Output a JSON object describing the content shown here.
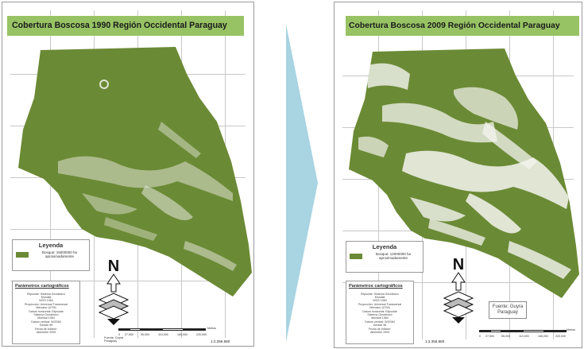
{
  "maps": [
    {
      "title": "Cobertura Boscosa 1990 Región Occidental Paraguay",
      "legend_title": "Leyenda",
      "legend_label": "Bosque: 16000000 ha aproximadamente",
      "params_title": "Parámetros cartográficos",
      "params": [
        "Elipsoide: Sistema Geodésico",
        "Mundial",
        "WGS 1984",
        "Proyección: Universal Transversal",
        "Mercator (UTM)",
        "Datum horizontal: Elipsoide",
        "Sistema Geodésico",
        "Mundial 1984",
        "Datum vertical: WGS84",
        "Geoide 96",
        "Fecha de edición:",
        "diciembre 2009"
      ],
      "fuente": "",
      "scale_labels": [
        "0",
        "27,500",
        "55,000",
        "110,000",
        "165,000",
        "220,000"
      ],
      "scale_unit": "Metros",
      "scale_ratio": "1:2.356.880",
      "source_note": "Fuente: Guyra Paraguay"
    },
    {
      "title": "Cobertura Boscosa 2009 Región Occidental Paraguay",
      "legend_title": "Leyenda",
      "legend_label": "Bosque: 12000000 ha aproximadamente",
      "params_title": "Parámetros cartográficos",
      "params": [
        "Elipsoide: Sistema Geodésico",
        "Mundial",
        "WGS 1984",
        "Proyección: Universal Transversal",
        "Mercator (UTM)",
        "Datum horizontal: Elipsoide",
        "Sistema Geodésico",
        "Mundial 1984",
        "Datum vertical: WGS84",
        "Geoide 96",
        "Fecha de edición:",
        "diciembre 2009"
      ],
      "fuente": "Fuente: Guyra Paraguay",
      "scale_labels": [
        "0",
        "27,500",
        "55,000",
        "110,000",
        "165,000",
        "220,000"
      ],
      "scale_unit": "Metros",
      "scale_ratio": "1:2.356.880",
      "source_note": ""
    }
  ],
  "north_label": "N",
  "colors": {
    "forest": "#6b8a35",
    "title_bar": "#97c364",
    "arrow": "#a9d4e2",
    "gap": "#f4f4f0"
  }
}
